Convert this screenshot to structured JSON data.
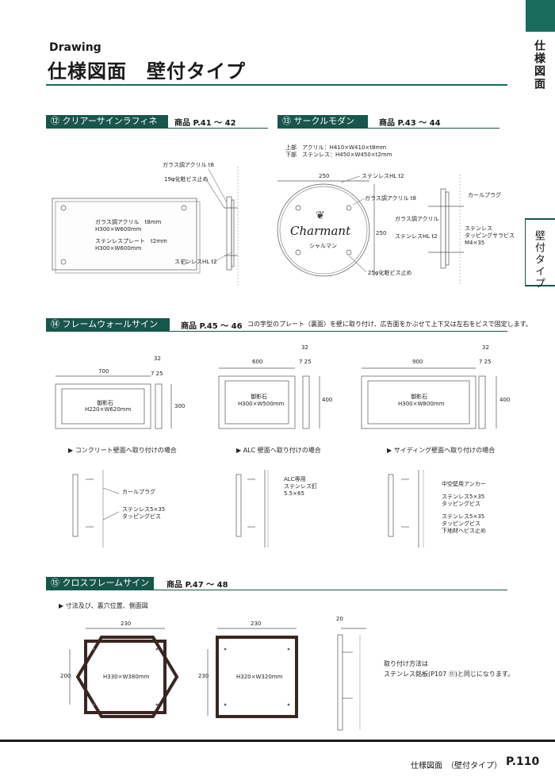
{
  "header": {
    "subtitle": "Drawing",
    "title": "仕様図面　壁付タイプ"
  },
  "side_tabs": {
    "dark": "仕様図面",
    "light": "壁付タイプ"
  },
  "sections": {
    "s12": {
      "label": "⑫ クリアーサインラフィネ",
      "ref": "商品 P.41 ～ 42",
      "notes": {
        "glass": "ガラス調アクリル t8",
        "screw": "19φ化粧ビス止め",
        "sus": "ステンレスHL t2",
        "spec1a": "ガラス調アクリル　t8mm",
        "spec1b": "H300×W600mm",
        "spec2a": "ステンレスプレート　t2mm",
        "spec2b": "H300×W600mm"
      }
    },
    "s13": {
      "label": "⑬ サークルモダン",
      "ref": "商品 P.43 ～ 44",
      "spec1": "上部　アクリル：H410×W410×t8mm",
      "spec2": "下部　ステンレス：H450×W450×t2mm",
      "dim_w": "250",
      "dim_h": "250",
      "sus": "ステンレスHL t2",
      "glass": "ガラス調アクリル t8",
      "screw": "25φ化粧ビス止め",
      "logo": "Charmant",
      "logo_kana": "シャルマン",
      "side": {
        "plug": "カールプラグ",
        "glass": "ガラス調アクリル",
        "sus": "ステンレスHL t2",
        "tap1": "ステンレス",
        "tap2": "タッピングサラビス",
        "tap3": "M4×35"
      }
    },
    "s14": {
      "label": "⑭ フレームウォールサイン",
      "ref": "商品 P.45 ～ 46",
      "desc": "コの字型のプレート（裏面）を壁に取り付け、広告面をかぶせて上下又は左右をビスで固定します。",
      "frames": [
        {
          "w": "700",
          "h": "300",
          "name": "御影石",
          "size": "H220×W620mm",
          "d": "32",
          "d2": "7 25"
        },
        {
          "w": "600",
          "h": "400",
          "name": "御影石",
          "size": "H300×W500mm",
          "d": "32",
          "d2": "7 25"
        },
        {
          "w": "900",
          "h": "400",
          "name": "御影石",
          "size": "H300×W800mm",
          "d": "32",
          "d2": "7 25"
        }
      ],
      "mount": {
        "concrete": {
          "title": "▶ コンクリート壁面へ取り付けの場合",
          "n1": "カールプラグ",
          "n2": "ステンレス5×35",
          "n3": "タッピングビス"
        },
        "alc": {
          "title": "▶ ALC 壁面へ取り付けの場合",
          "n1": "ALC専用",
          "n2": "ステンレス釘",
          "n3": "5.5×65"
        },
        "siding": {
          "title": "▶ サイディング壁面へ取り付けの場合",
          "n1": "中空壁用アンカー",
          "n2": "ステンレス5×35",
          "n3": "タッピングビス",
          "n4": "ステンレス5×35",
          "n5": "タッピングビス",
          "n6": "下地材へビス止め"
        }
      }
    },
    "s15": {
      "label": "⑮ クロスフレームサイン",
      "ref": "商品 P.47 ～ 48",
      "sub": "▶ 寸法及び、裏穴位置、側面図",
      "hex": {
        "w": "230",
        "h": "200",
        "size": "H330×W380mm"
      },
      "sq": {
        "w": "230",
        "h": "230",
        "size": "H320×W320mm"
      },
      "side_d": "20",
      "note1": "取り付け方法は",
      "note2": "ステンレス銘板(P107 ⑪)と同じになります。"
    }
  },
  "footer": {
    "label": "仕様図面　（壁付タイプ）",
    "page": "P.110"
  }
}
